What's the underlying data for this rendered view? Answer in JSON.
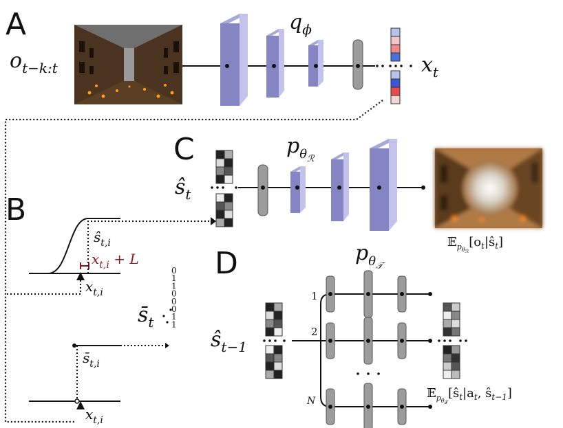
{
  "panels": {
    "a": "A",
    "b": "B",
    "c": "C",
    "d": "D"
  },
  "labels": {
    "observation": {
      "base": "o",
      "sub": "t−k:t"
    },
    "encoder": {
      "base": "q",
      "sub": "ϕ"
    },
    "latent": {
      "base": "x",
      "sub": "t"
    },
    "decoder_r": {
      "base": "p",
      "sub": "θ",
      "subsub": "ℛ"
    },
    "state_hat": {
      "base": "ŝ",
      "sub": "t"
    },
    "expect_r": {
      "prefix": "𝔼",
      "sub": "p",
      "subsub": "θ",
      "subsubsub": "ℛ",
      "body": "[o",
      "body_sub": "t",
      "body_mid": "|ŝ",
      "body_sub2": "t",
      "body_end": "]"
    },
    "b_shat": {
      "base": "ŝ",
      "sub": "t,i"
    },
    "b_xplus": {
      "base": "x",
      "sub": "t,i",
      "rest": " + L"
    },
    "b_x1": {
      "base": "x",
      "sub": "t,i"
    },
    "b_sbar_big": {
      "base": "s̄",
      "sub": "t"
    },
    "b_sbar_i": {
      "base": "s̄",
      "sub": "t,i"
    },
    "b_x2": {
      "base": "x",
      "sub": "t,i"
    },
    "bits": [
      "0",
      "1",
      "1",
      "0",
      "0",
      "0",
      "1",
      "1"
    ],
    "decoder_t": {
      "base": "p",
      "sub": "θ",
      "subsub": "𝒯"
    },
    "state_prev": {
      "base": "ŝ",
      "sub": "t−1"
    },
    "branch_1": "1",
    "branch_2": "2",
    "branch_n": "N",
    "expect_t": {
      "prefix": "𝔼",
      "sub": "p",
      "subsub": "θ",
      "subsubsub": "𝒯",
      "body": "[ŝ",
      "body_sub": "t",
      "body_mid": "|a",
      "body_sub2": "t",
      "body_mid2": ", ŝ",
      "body_sub3": "t−1",
      "body_end": "]"
    }
  },
  "colors": {
    "layer_front": "#8585c4",
    "layer_side": "#c2c2ea",
    "layer_top": "#a8a8d8",
    "gray_node": "#9c9c9c",
    "dark_red": "#8b1a1a"
  },
  "latent_cells_top": [
    "#b7c3ea",
    "#f2c6c6",
    "#f08a8a",
    "#4a6fe0"
  ],
  "latent_cells_bottom": [
    "#b7c3ea",
    "#3a56d8",
    "#e64a4a",
    "#f5d5d5"
  ],
  "grid_state": [
    [
      "#222",
      "#aaa"
    ],
    [
      "#ddd",
      "#222"
    ],
    [
      "#888",
      "#555"
    ],
    [
      "#222",
      "#eee"
    ]
  ]
}
